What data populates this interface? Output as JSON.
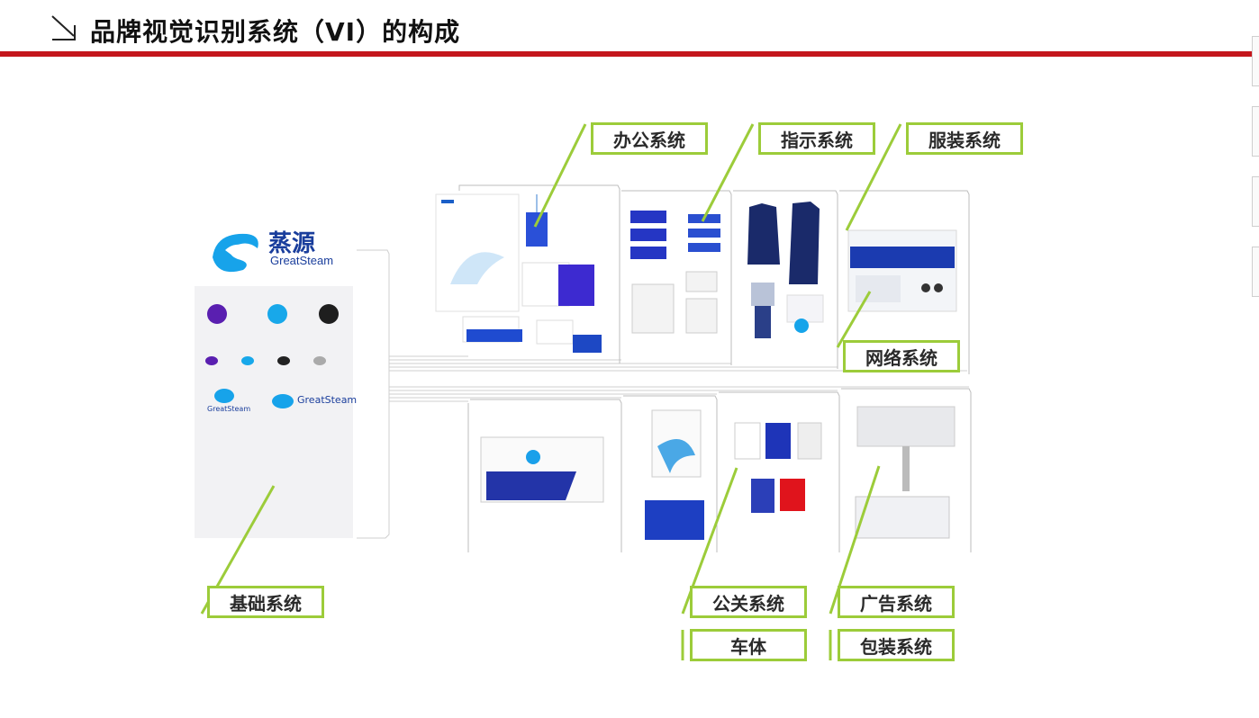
{
  "header": {
    "title": "品牌视觉识别系统（VI）的构成",
    "icon": "arrow-down-right-icon",
    "rule_color": "#c4161c"
  },
  "brand": {
    "name_cn": "蒸源",
    "name_en": "GreatSteam",
    "colors": [
      "#5a1fb0",
      "#18a8ea",
      "#1e1e1e"
    ]
  },
  "callouts": {
    "office": "办公系统",
    "signage": "指示系统",
    "apparel": "服装系统",
    "web": "网络系统",
    "basic": "基础系统",
    "pr": "公关系统",
    "vehicle": "车体",
    "advertising": "广告系统",
    "packaging": "包装系统"
  },
  "accent_color": "#9ccc3a"
}
